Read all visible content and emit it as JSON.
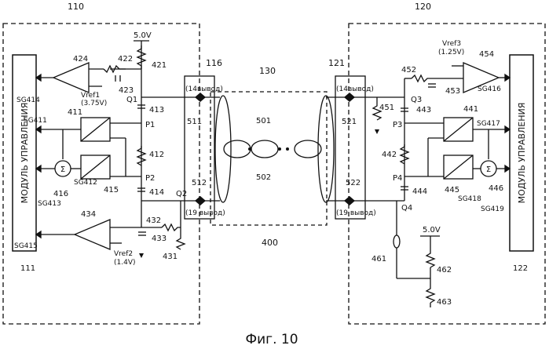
{
  "figure": {
    "caption": "Фиг. 10"
  },
  "blocks": {
    "left_device": "110",
    "right_device": "120",
    "cable": "130",
    "cable_ref": "400",
    "left_connector": "116",
    "right_connector": "121",
    "left_control_ref": "111",
    "right_control_ref": "122"
  },
  "control_module": {
    "label": "МОДУЛЬ УПРАВЛЕНИЯ"
  },
  "pins": {
    "pin14": "(14вывод)",
    "pin19": "(19 вывод)"
  },
  "cable_labels": {
    "c501": "501",
    "c502": "502"
  },
  "left": {
    "supply": "5.0V",
    "r421": "421",
    "r422": "422",
    "c423": "423",
    "r412": "412",
    "c413": "413",
    "c414": "414",
    "r432": "432",
    "c433": "433",
    "r431": "431",
    "a424": "424",
    "a434": "434",
    "b411": "411",
    "b415": "415",
    "s416": "416",
    "vref1": "Vref1",
    "vref1_val": "(3.75V)",
    "vref2": "Vref2",
    "vref2_val": "(1.4V)",
    "sg414": "SG414",
    "sg411": "SG411",
    "sg413": "SG413",
    "sg412": "SG412",
    "sg415": "SG415",
    "q1": "Q1",
    "q2": "Q2",
    "p1": "P1",
    "p2": "P2",
    "n511": "511",
    "n512": "512"
  },
  "right": {
    "supply": "5.0V",
    "vref3": "Vref3",
    "vref3_val": "(1.25V)",
    "a454": "454",
    "sg416": "SG416",
    "r452": "452",
    "c453": "453",
    "r451": "451",
    "c443": "443",
    "r442": "442",
    "c444": "444",
    "b441": "441",
    "b445": "445",
    "s446": "446",
    "sg417": "SG417",
    "sg418": "SG418",
    "sg419": "SG419",
    "q3": "Q3",
    "q4": "Q4",
    "p3": "P3",
    "p4": "P4",
    "n521": "521",
    "n522": "522",
    "r461": "461",
    "r462": "462",
    "r463": "463"
  }
}
